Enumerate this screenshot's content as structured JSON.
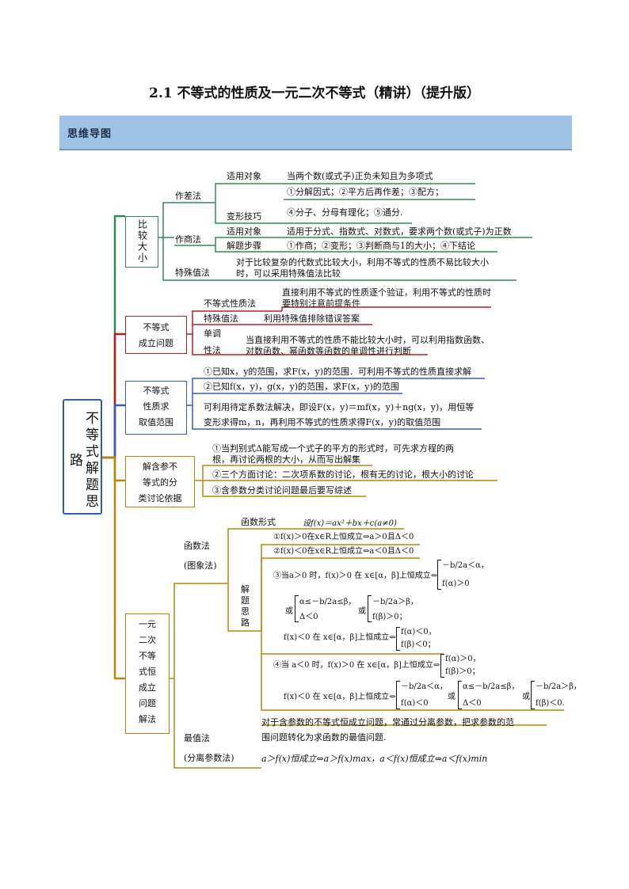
{
  "title": "2.1 不等式的性质及一元二次不等式（精讲）（提升版）",
  "banner": "思维导图",
  "root": "不等式解题思路",
  "colors": {
    "green": "#2e8b57",
    "red": "#b22222",
    "blue": "#3b5bb5",
    "gold": "#b8860b",
    "banner": "#9ec3e6",
    "root_border": "#2e5fa8"
  },
  "b1": {
    "label": "比较大小",
    "zuocha": "作差法",
    "syd1": "适用对象",
    "syd1_text": "当两个数(或式子)正负未知且为多项式",
    "bxjq": "变形技巧",
    "bxjq_l1": "①分解因式；②平方后再作差；③配方；",
    "bxjq_l2": "④分子、分母有理化；⑤通分.",
    "zuoshang": "作商法",
    "syd2": "适用对象",
    "syd2_text": "适用于分式、指数式、对数式，要求两个数(或式子)为正数",
    "jtbz": "解题步骤",
    "jtbz_text": "①作商；②变形；③判断商与1的大小；④下结论",
    "tszf": "特殊值法",
    "tszf_l1": "对于比较复杂的代数式比较大小，利用不等式的性质不易比较大小",
    "tszf_l2": "时，可以采用特殊值法比较"
  },
  "b2": {
    "label_l1": "不等式",
    "label_l2": "成立问题",
    "xzf": "不等式性质法",
    "xzf_l1": "直接利用不等式的性质逐个验证，利用不等式的性质时",
    "xzf_l2": "要特别注意前提条件",
    "tsz": "特殊值法",
    "tsz_text": "利用特殊值排除错误答案",
    "dd_l1": "单调",
    "dd_l2": "性法",
    "dd_t1": "当直接利用不等式的性质不能比较大小时，可以利用指数函数、",
    "dd_t2": "对数函数、幂函数等函数的单调性进行判断"
  },
  "b3": {
    "label_l1": "不等式",
    "label_l2": "性质求",
    "label_l3": "取值范围",
    "l1": "①已知x，y的范围，求F(x，y)的范围．可利用不等式的性质直接求解",
    "l2": "②已知f(x，y)，g(x，y)的范围，求F(x，y)的范围",
    "l3": "可利用待定系数法解决，即设F(x，y)＝mf(x，y)＋ng(x，y)，用恒等",
    "l4": "变形求得m，n，再利用不等式的性质求得F(x，y)的取值范围"
  },
  "b4": {
    "label_l1": "解含参不",
    "label_l2": "等式的分",
    "label_l3": "类讨论依据",
    "l1": "①当判别式Δ能写成一个式子的平方的形式时，可先求方程的两",
    "l2": "根，再讨论两根的大小，从而写出解集",
    "l3": "②三个方面讨论：二次项系数的讨论，根有无的讨论，根大小的讨论",
    "l4": "③含参数分类讨论问题最后要写综述"
  },
  "b5": {
    "label": [
      "一元",
      "二次",
      "不等",
      "式恒",
      "成立",
      "问题",
      "解法"
    ],
    "hsf_l1": "函数法",
    "hsf_l2": "(图象法)",
    "hsxs": "函数形式",
    "hsxs_text": "设f(x)＝ax²＋bx＋c(a≠0)",
    "jtsl": [
      "解",
      "题",
      "思",
      "路"
    ],
    "c1": "①f(x)＞0在x∈R上恒成立⇔a＞0且Δ＜0",
    "c2": "②f(x)＜0在x∈R上恒成立⇔a＜0且Δ＜0",
    "c3a": "③当a＞0 时，f(x)＞0 在 x∈[α，β]上恒成立⇔",
    "c3a_b1": "－b/2a＜α，",
    "c3a_b2": "f(α)＞0",
    "c3b_pre": "或",
    "c3b_b1": "α≤－b/2a≤β，",
    "c3b_b2": "Δ＜0",
    "c3c_pre": "或",
    "c3c_b1": "－b/2a＞β，",
    "c3c_b2": "f(β)＞0；",
    "c3d": "f(x)＜0 在 x∈[α，β]上恒成立⇔",
    "c3d_b1": "f(α)＜0，",
    "c3d_b2": "f(β)＜0；",
    "c4a": "④当 a＜0 时，f(x)＞0 在 x∈[α，β]上恒成立⇔",
    "c4a_b1": "f(α)＞0，",
    "c4a_b2": "f(β)＞0；",
    "c4b": "f(x)＜0 在 x∈[α，β]上恒成立⇔",
    "c4b_b1": "－b/2a＜α，",
    "c4b_b2": "f(α)＜0",
    "c4c_pre": "或",
    "c4c_b1": "α≤－b/2a≤β，",
    "c4c_b2": "Δ＜0",
    "c4d_pre": "或",
    "c4d_b1": "－b/2a＞β，",
    "c4d_b2": "f(β)＜0.",
    "zzf_l1": "最值法",
    "zzf_l2": "(分离参数法)",
    "zzf_t1": "对于含参数的不等式恒成立问题，常通过分离参数，把求参数的范",
    "zzf_t2": "围问题转化为求函数的最值问题.",
    "zzf_t3": "a＞f(x)恒成立⇔a＞f(x)max，a＜f(x)恒成立⇔a＜f(x)min"
  }
}
